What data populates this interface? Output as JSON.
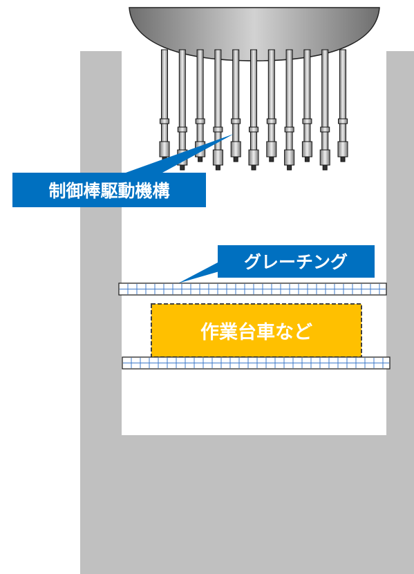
{
  "labels": {
    "crdm": "制御棒駆動機構",
    "grating": "グレーチング",
    "cart": "作業台車など"
  },
  "colors": {
    "wall": "#c0c0c0",
    "callout": "#0070c0",
    "callout_text": "#ffffff",
    "cart_fill": "#ffc000",
    "cart_border": "#404040",
    "grating_line": "#3c78c8"
  },
  "icons": {
    "vessel": "reactor-vessel-bottom-icon",
    "rod": "drive-rod-icon"
  },
  "rods": {
    "count": 11
  }
}
